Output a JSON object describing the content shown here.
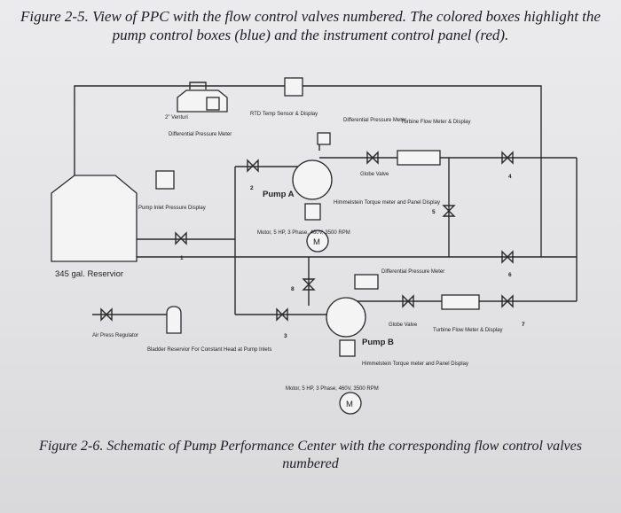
{
  "caption_top": "Figure 2-5. View of PPC with the flow control valves numbered. The colored boxes highlight the pump control boxes (blue) and the instrument control panel (red).",
  "caption_bottom": "Figure 2-6. Schematic of Pump Performance Center with the corresponding flow control valves numbered",
  "labels": {
    "venturi": "2\" Venturi",
    "rtd": "RTD Temp Sensor & Display",
    "diff_meter_a": "Differential Pressure Meter",
    "turbine_a": "Turbine Flow Meter & Display",
    "diff_pressure_meter_top": "Differential Pressure Meter",
    "globe_a": "Globe Valve",
    "pump_inlet": "Pump Inlet Pressure Display",
    "pump_a": "Pump A",
    "himmelstein_a": "Himmelstein Torque meter and Panel Display",
    "motor_a": "Motor, 5 HP, 3 Phase, 460V, 3500 RPM",
    "motor_symbol": "M",
    "reservoir": "345 gal. Reservior",
    "diff_meter_b": "Differential Pressure Meter",
    "globe_b": "Globe Valve",
    "turbine_b": "Turbine Flow Meter & Display",
    "pump_b": "Pump B",
    "air_press": "Air Press Regulator",
    "bladder": "Bladder Reservior For Constant Head at Pump Inlets",
    "himmelstein_b": "Himmelstein Torque meter and Panel Display",
    "motor_b": "Motor, 5 HP, 3 Phase, 460V, 3500 RPM"
  },
  "valve_numbers": {
    "v1": "1",
    "v2": "2",
    "v3": "3",
    "v4": "4",
    "v5": "5",
    "v6": "6",
    "v7": "7",
    "v8": "8"
  },
  "colors": {
    "line": "#2a2a2a",
    "text": "#1d1d22",
    "paper": "#ebebed"
  }
}
